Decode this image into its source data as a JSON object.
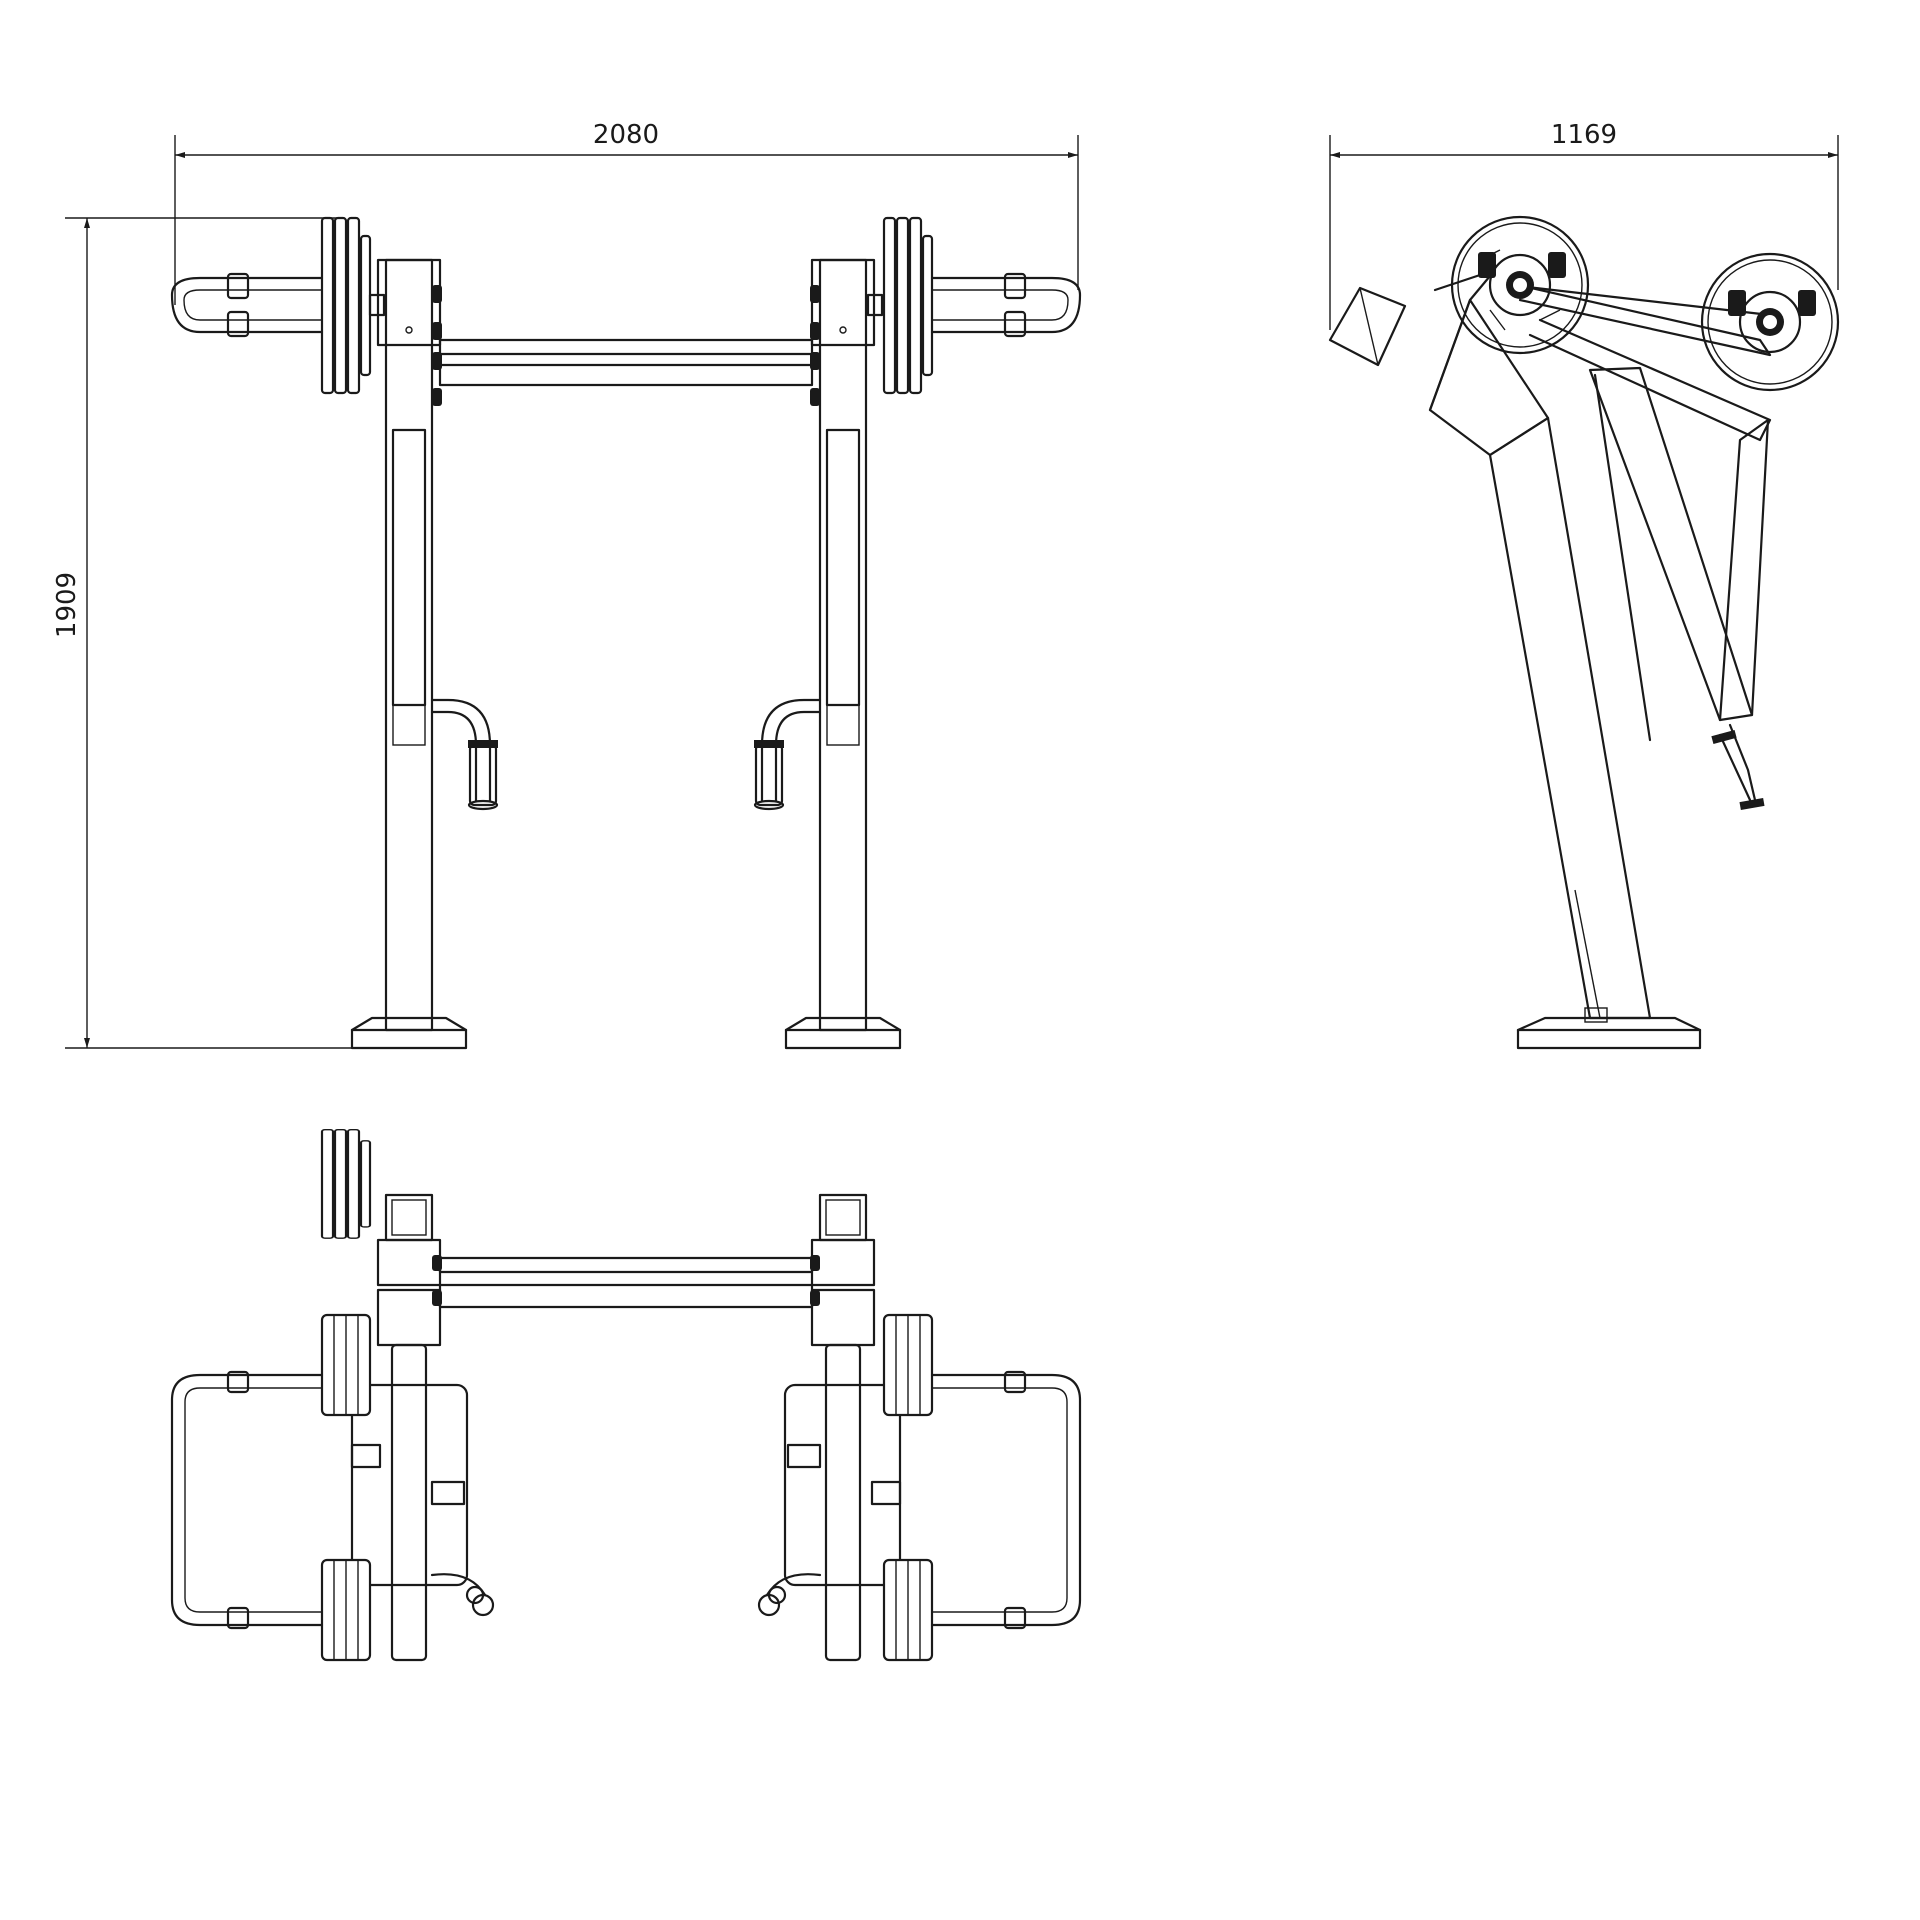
{
  "dimensions": {
    "front_width": "2080",
    "front_height": "1909",
    "side_width": "1169"
  },
  "colors": {
    "line": "#1a1a1a",
    "background": "#ffffff"
  }
}
